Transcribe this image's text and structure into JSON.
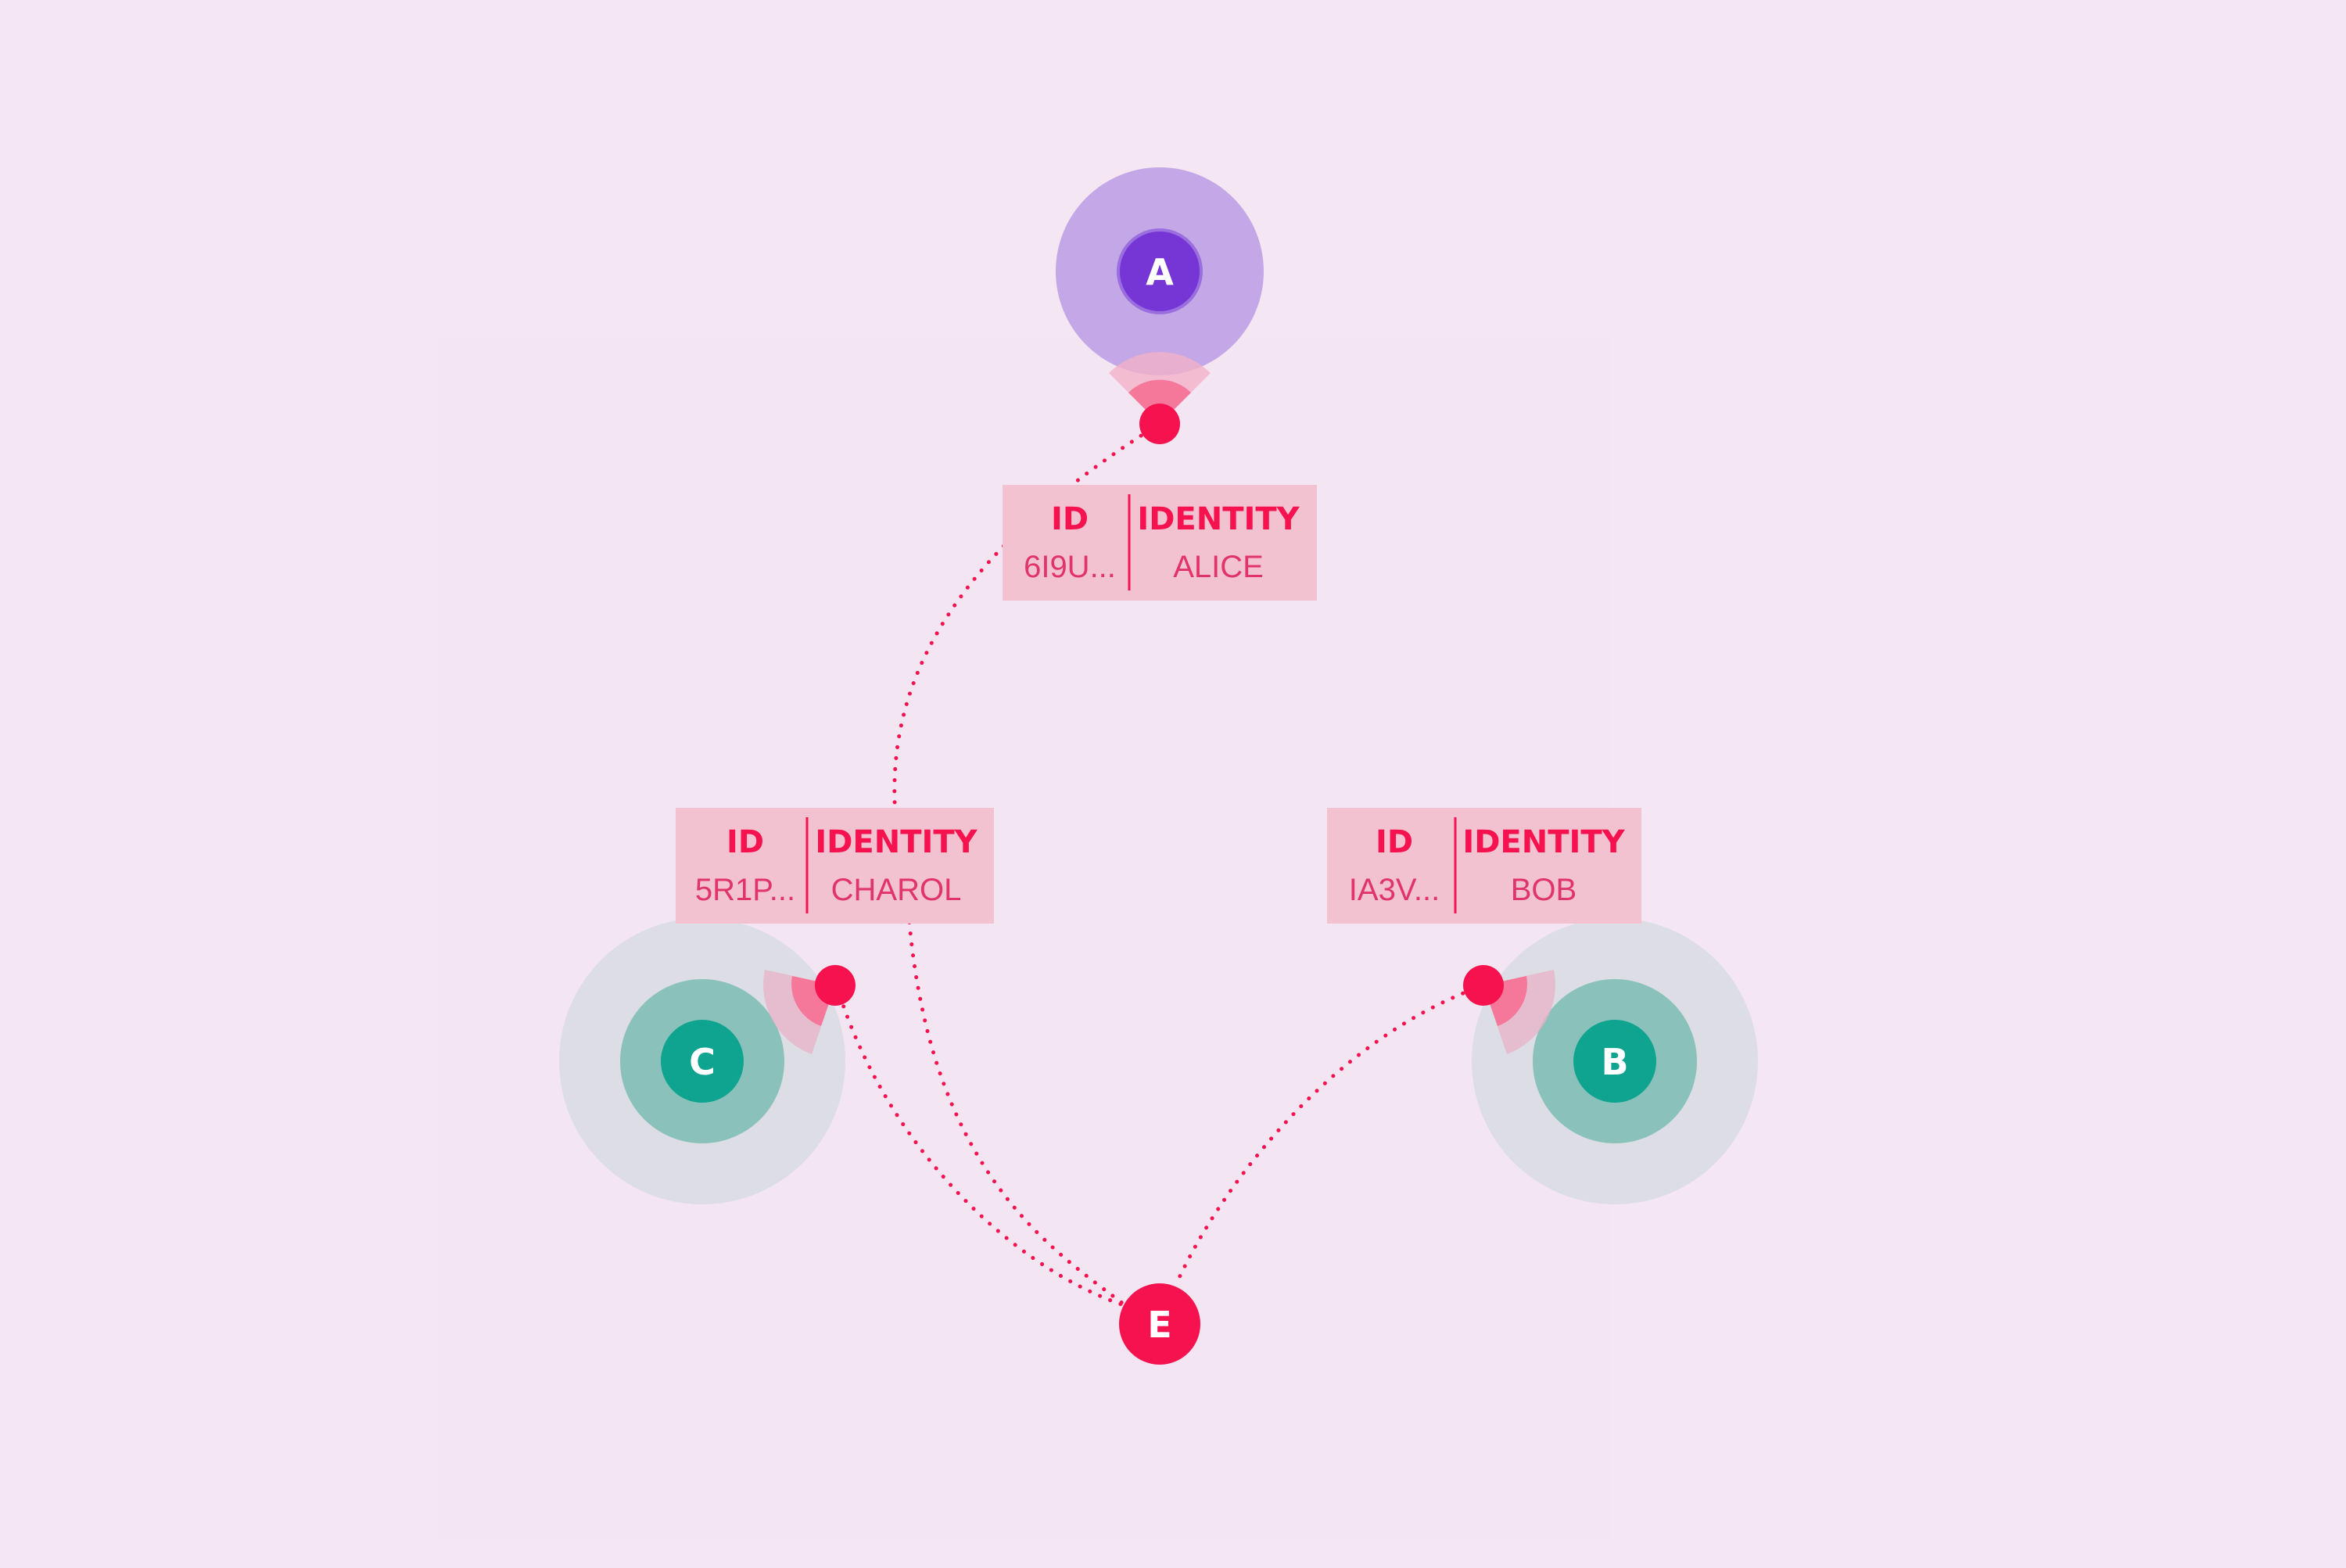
{
  "colors": {
    "background": "#f4e7f3",
    "panel": "#f3e6f2",
    "accent": "#f5124f",
    "card_bg": "#f3c2d0",
    "node_a_outer": "#c4a7e7",
    "node_a_inner": "#7636d6",
    "node_bc_halo": "#dcdde5",
    "node_bc_outer": "#8ac2bb",
    "node_bc_inner": "#0ea48f"
  },
  "nodes": {
    "a": {
      "label": "A"
    },
    "b": {
      "label": "B"
    },
    "c": {
      "label": "C"
    },
    "e": {
      "label": "E"
    }
  },
  "cards": {
    "alice": {
      "id_header": "ID",
      "identity_header": "IDENTITY",
      "id_value": "6I9U...",
      "identity_value": "ALICE"
    },
    "charol": {
      "id_header": "ID",
      "identity_header": "IDENTITY",
      "id_value": "5R1P...",
      "identity_value": "CHAROL"
    },
    "bob": {
      "id_header": "ID",
      "identity_header": "IDENTITY",
      "id_value": "IA3V...",
      "identity_value": "BOB"
    }
  }
}
